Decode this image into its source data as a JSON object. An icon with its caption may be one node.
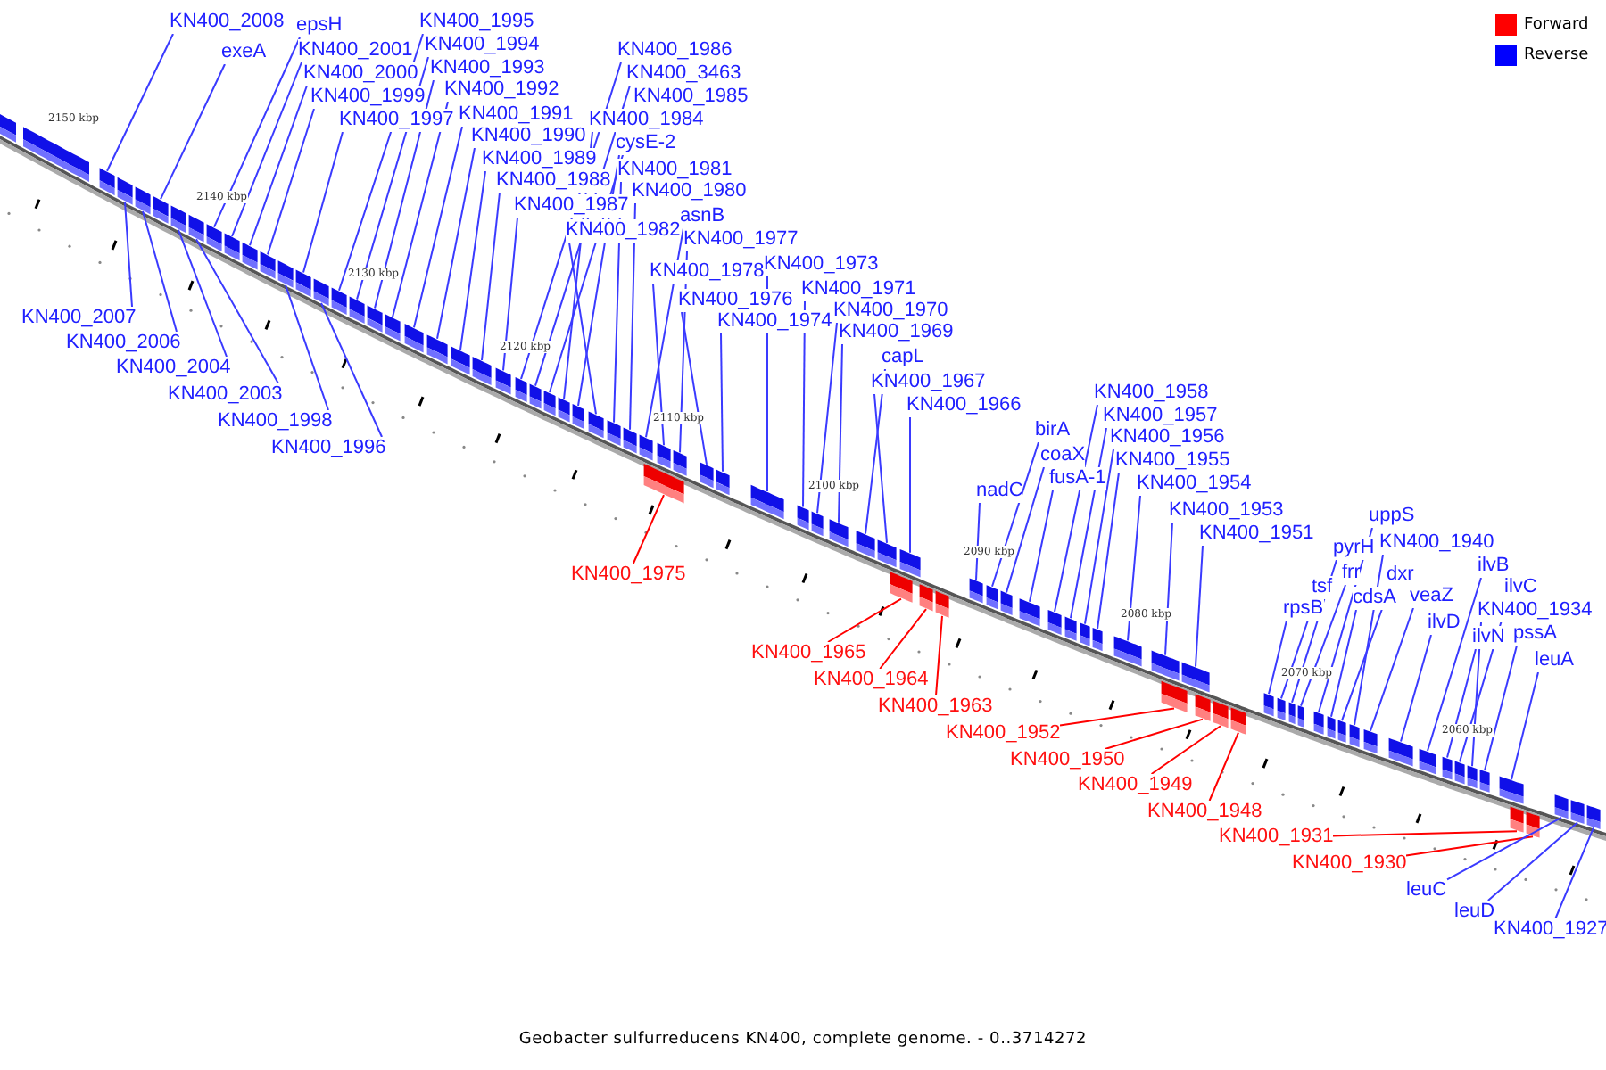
{
  "diagram": {
    "caption": "Geobacter sulfurreducens KN400, complete genome. - 0..3714272",
    "nodes": [
      {
        "text": [
          "KN400_2008"
        ]
      },
      {
        "text": [
          "epsH"
        ]
      },
      {
        "text": [
          "KN400_1995"
        ]
      },
      {
        "text": [
          "exeA"
        ]
      },
      {
        "text": [
          "KN400_2001"
        ]
      },
      {
        "text": [
          "KN400_1994"
        ]
      },
      {
        "text": [
          "KN400_1986"
        ]
      },
      {
        "text": [
          "KN400_2000"
        ]
      },
      {
        "text": [
          "KN400_1993"
        ]
      },
      {
        "text": [
          "KN400_3463"
        ]
      },
      {
        "text": [
          "KN400_1999"
        ]
      },
      {
        "text": [
          "KN400_1992"
        ]
      },
      {
        "text": [
          "KN400_1985"
        ]
      },
      {
        "text": [
          "KN400_1997"
        ]
      },
      {
        "text": [
          "KN400_1991"
        ]
      },
      {
        "text": [
          "KN400_1984"
        ]
      },
      {
        "text": [
          "KN400_1990"
        ]
      },
      {
        "text": [
          "cysE-2"
        ]
      },
      {
        "text": [
          "KN400_1989"
        ]
      },
      {
        "text": [
          "KN400_1981"
        ]
      },
      {
        "text": [
          "KN400_1988"
        ]
      },
      {
        "text": [
          "KN400_1980"
        ]
      },
      {
        "text": [
          "KN400_1987"
        ]
      },
      {
        "text": [
          "asnB"
        ]
      },
      {
        "text": [
          "KN400_1982"
        ]
      },
      {
        "text": [
          "KN400_1977"
        ]
      },
      {
        "text": [
          "KN400_1973"
        ]
      },
      {
        "text": [
          "KN400_1978"
        ]
      },
      {
        "text": [
          "KN400_1971"
        ]
      },
      {
        "text": [
          "KN400_1976"
        ]
      },
      {
        "text": [
          "KN400_1970"
        ]
      },
      {
        "text": [
          "KN400_1974"
        ]
      },
      {
        "text": [
          "KN400_1969"
        ]
      },
      {
        "text": [
          "capL"
        ]
      },
      {
        "text": [
          "KN400_1967"
        ]
      },
      {
        "text": [
          "KN400_1958"
        ]
      },
      {
        "text": [
          "KN400_1966"
        ]
      },
      {
        "text": [
          "KN400_1957"
        ]
      },
      {
        "text": [
          "birA"
        ]
      },
      {
        "text": [
          "KN400_1956"
        ]
      },
      {
        "text": [
          "coaX"
        ]
      },
      {
        "text": [
          "KN400_1955"
        ]
      },
      {
        "text": [
          "fusA-1"
        ]
      },
      {
        "text": [
          "KN400_1954"
        ]
      },
      {
        "text": [
          "nadC"
        ]
      },
      {
        "text": [
          "KN400_1953"
        ]
      },
      {
        "text": [
          "uppS"
        ]
      },
      {
        "text": [
          "KN400_1951"
        ]
      },
      {
        "text": [
          "KN400_1940"
        ]
      },
      {
        "text": [
          "pyrH"
        ]
      },
      {
        "text": [
          "ilvB"
        ]
      },
      {
        "text": [
          "frr"
        ]
      },
      {
        "text": [
          "dxr"
        ]
      },
      {
        "text": [
          "tsf"
        ]
      },
      {
        "text": [
          "ilvC"
        ]
      },
      {
        "text": [
          "cdsA"
        ]
      },
      {
        "text": [
          "veaZ"
        ]
      },
      {
        "text": [
          "rpsB"
        ]
      },
      {
        "text": [
          "KN400_1934"
        ]
      },
      {
        "text": [
          "ilvD"
        ]
      },
      {
        "text": [
          "pssA"
        ]
      },
      {
        "text": [
          "ilvN"
        ]
      },
      {
        "text": [
          "leuA"
        ]
      },
      {
        "text": [
          "KN400_2007"
        ]
      },
      {
        "text": [
          "KN400_2006"
        ]
      },
      {
        "text": [
          "KN400_2004"
        ]
      },
      {
        "text": [
          "KN400_2003"
        ]
      },
      {
        "text": [
          "KN400_1998"
        ]
      },
      {
        "text": [
          "KN400_1996"
        ]
      },
      {
        "text": [
          "KN400_1975"
        ]
      },
      {
        "text": [
          "KN400_1965"
        ]
      },
      {
        "text": [
          "KN400_1964"
        ]
      },
      {
        "text": [
          "KN400_1963"
        ]
      },
      {
        "text": [
          "KN400_1952"
        ]
      },
      {
        "text": [
          "KN400_1950"
        ]
      },
      {
        "text": [
          "KN400_1949"
        ]
      },
      {
        "text": [
          "KN400_1948"
        ]
      },
      {
        "text": [
          "KN400_1931"
        ]
      },
      {
        "text": [
          "KN400_1930"
        ]
      },
      {
        "text": [
          "leuC"
        ]
      },
      {
        "text": [
          "leuD"
        ]
      },
      {
        "text": [
          "KN400_1927"
        ]
      },
      {
        "text": [],
        "shape": "bar"
      },
      {
        "text": [],
        "shape": "bar"
      },
      {
        "text": [],
        "shape": "bar"
      },
      {
        "text": [],
        "shape": "bar"
      },
      {
        "text": [],
        "shape": "bar"
      },
      {
        "text": [],
        "shape": "bar"
      },
      {
        "text": [],
        "shape": "bar"
      },
      {
        "text": [],
        "shape": "bar"
      },
      {
        "text": [],
        "shape": "bar"
      },
      {
        "text": [],
        "shape": "bar"
      },
      {
        "text": [],
        "shape": "bar"
      },
      {
        "text": [],
        "shape": "bar"
      },
      {
        "text": [],
        "shape": "bar"
      },
      {
        "text": [],
        "shape": "bar"
      },
      {
        "text": [],
        "shape": "bar"
      },
      {
        "text": [],
        "shape": "bar"
      },
      {
        "text": [],
        "shape": "bar"
      },
      {
        "text": [],
        "shape": "bar"
      },
      {
        "text": [],
        "shape": "bar"
      },
      {
        "text": [],
        "shape": "bar"
      },
      {
        "text": [],
        "shape": "bar"
      },
      {
        "text": [],
        "shape": "bar"
      },
      {
        "text": [],
        "shape": "bar"
      },
      {
        "text": [],
        "shape": "bar"
      },
      {
        "text": [],
        "shape": "bar"
      },
      {
        "text": [],
        "shape": "bar"
      },
      {
        "text": [],
        "shape": "bar"
      },
      {
        "text": [],
        "shape": "bar"
      },
      {
        "text": [],
        "shape": "bar"
      },
      {
        "text": [],
        "shape": "bar"
      },
      {
        "text": [],
        "shape": "bar"
      },
      {
        "text": [],
        "shape": "bar"
      },
      {
        "text": [],
        "shape": "bar"
      },
      {
        "text": [],
        "shape": "bar"
      },
      {
        "text": [],
        "shape": "bar"
      },
      {
        "text": [],
        "shape": "bar"
      },
      {
        "text": [],
        "shape": "bar"
      },
      {
        "text": [],
        "shape": "bar"
      },
      {
        "text": [],
        "shape": "bar"
      },
      {
        "text": [],
        "shape": "bar"
      },
      {
        "text": [],
        "shape": "bar"
      },
      {
        "text": [],
        "shape": "bar"
      },
      {
        "text": [],
        "shape": "bar"
      },
      {
        "text": [],
        "shape": "bar"
      },
      {
        "text": [],
        "shape": "bar"
      },
      {
        "text": [],
        "shape": "bar"
      },
      {
        "text": [],
        "shape": "bar"
      },
      {
        "text": [],
        "shape": "bar"
      },
      {
        "text": [],
        "shape": "bar"
      },
      {
        "text": [],
        "shape": "bar"
      },
      {
        "text": [],
        "shape": "bar"
      },
      {
        "text": [],
        "shape": "bar"
      },
      {
        "text": [],
        "shape": "bar"
      },
      {
        "text": [],
        "shape": "bar"
      },
      {
        "text": [],
        "shape": "bar"
      },
      {
        "text": [],
        "shape": "bar"
      },
      {
        "text": [],
        "shape": "bar"
      },
      {
        "text": [],
        "shape": "bar"
      },
      {
        "text": [],
        "shape": "bar"
      },
      {
        "text": [],
        "shape": "bar"
      },
      {
        "text": [],
        "shape": "bar"
      },
      {
        "text": [],
        "shape": "bar"
      },
      {
        "text": [],
        "shape": "bar"
      },
      {
        "text": [],
        "shape": "bar"
      },
      {
        "text": [],
        "shape": "bar"
      },
      {
        "text": [],
        "shape": "bar"
      },
      {
        "text": [],
        "shape": "bar"
      },
      {
        "text": [],
        "shape": "bar"
      },
      {
        "text": [],
        "shape": "bar"
      },
      {
        "text": [],
        "shape": "bar"
      },
      {
        "text": [],
        "shape": "bar"
      },
      {
        "text": [],
        "shape": "bar"
      },
      {
        "text": [],
        "shape": "bar"
      },
      {
        "text": [],
        "shape": "bar"
      },
      {
        "text": [],
        "shape": "bar"
      },
      {
        "text": [],
        "shape": "bar"
      },
      {
        "text": [],
        "shape": "bar"
      },
      {
        "text": [],
        "shape": "bar"
      },
      {
        "text": [],
        "shape": "bar"
      },
      {
        "text": [],
        "shape": "bar"
      },
      {
        "text": [],
        "shape": "bar"
      },
      {
        "text": [],
        "shape": "bar"
      }
    ],
    "edges": [
      {
        "from": 0,
        "to": 82,
        "arrow": "none"
      },
      {
        "from": 1,
        "to": 88,
        "arrow": "none"
      },
      {
        "from": 2,
        "to": 95,
        "arrow": "none"
      },
      {
        "from": 3,
        "to": 85,
        "arrow": "none"
      },
      {
        "from": 4,
        "to": 89,
        "arrow": "none"
      },
      {
        "from": 5,
        "to": 96,
        "arrow": "none"
      },
      {
        "from": 6,
        "to": 104,
        "arrow": "none"
      },
      {
        "from": 7,
        "to": 90,
        "arrow": "none"
      },
      {
        "from": 8,
        "to": 97,
        "arrow": "none"
      },
      {
        "from": 9,
        "to": 105,
        "arrow": "none"
      },
      {
        "from": 10,
        "to": 91,
        "arrow": "none"
      },
      {
        "from": 11,
        "to": 98,
        "arrow": "none"
      },
      {
        "from": 12,
        "to": 106,
        "arrow": "none"
      },
      {
        "from": 13,
        "to": 93,
        "arrow": "none"
      },
      {
        "from": 14,
        "to": 99,
        "arrow": "none"
      },
      {
        "from": 15,
        "to": 107,
        "arrow": "none"
      },
      {
        "from": 16,
        "to": 100,
        "arrow": "none"
      },
      {
        "from": 17,
        "to": 108,
        "arrow": "none"
      },
      {
        "from": 18,
        "to": 101,
        "arrow": "none"
      },
      {
        "from": 19,
        "to": 110,
        "arrow": "none"
      },
      {
        "from": 20,
        "to": 102,
        "arrow": "none"
      },
      {
        "from": 21,
        "to": 111,
        "arrow": "none"
      },
      {
        "from": 22,
        "to": 103,
        "arrow": "none"
      },
      {
        "from": 23,
        "to": 112,
        "arrow": "none"
      },
      {
        "from": 24,
        "to": 109,
        "arrow": "none"
      },
      {
        "from": 25,
        "to": 115,
        "arrow": "none"
      },
      {
        "from": 26,
        "to": 118,
        "arrow": "none"
      },
      {
        "from": 27,
        "to": 113,
        "arrow": "none"
      },
      {
        "from": 28,
        "to": 119,
        "arrow": "none"
      },
      {
        "from": 29,
        "to": 116,
        "arrow": "none"
      },
      {
        "from": 30,
        "to": 120,
        "arrow": "none"
      },
      {
        "from": 31,
        "to": 117,
        "arrow": "none"
      },
      {
        "from": 32,
        "to": 121,
        "arrow": "none"
      },
      {
        "from": 33,
        "to": 122,
        "arrow": "none"
      },
      {
        "from": 34,
        "to": 123,
        "arrow": "none"
      },
      {
        "from": 35,
        "to": 132,
        "arrow": "none"
      },
      {
        "from": 36,
        "to": 125,
        "arrow": "none"
      },
      {
        "from": 37,
        "to": 133,
        "arrow": "none"
      },
      {
        "from": 38,
        "to": 129,
        "arrow": "none"
      },
      {
        "from": 39,
        "to": 134,
        "arrow": "none"
      },
      {
        "from": 40,
        "to": 130,
        "arrow": "none"
      },
      {
        "from": 41,
        "to": 135,
        "arrow": "none"
      },
      {
        "from": 42,
        "to": 131,
        "arrow": "none"
      },
      {
        "from": 43,
        "to": 136,
        "arrow": "none"
      },
      {
        "from": 44,
        "to": 128,
        "arrow": "none"
      },
      {
        "from": 45,
        "to": 137,
        "arrow": "none"
      },
      {
        "from": 46,
        "to": 147,
        "arrow": "none"
      },
      {
        "from": 47,
        "to": 139,
        "arrow": "none"
      },
      {
        "from": 48,
        "to": 150,
        "arrow": "none"
      },
      {
        "from": 49,
        "to": 145,
        "arrow": "none"
      },
      {
        "from": 50,
        "to": 153,
        "arrow": "none"
      },
      {
        "from": 51,
        "to": 146,
        "arrow": "none"
      },
      {
        "from": 52,
        "to": 149,
        "arrow": "none"
      },
      {
        "from": 53,
        "to": 144,
        "arrow": "none"
      },
      {
        "from": 54,
        "to": 155,
        "arrow": "none"
      },
      {
        "from": 55,
        "to": 148,
        "arrow": "none"
      },
      {
        "from": 56,
        "to": 151,
        "arrow": "none"
      },
      {
        "from": 57,
        "to": 143,
        "arrow": "none"
      },
      {
        "from": 58,
        "to": 156,
        "arrow": "none"
      },
      {
        "from": 59,
        "to": 152,
        "arrow": "none"
      },
      {
        "from": 60,
        "to": 157,
        "arrow": "none"
      },
      {
        "from": 61,
        "to": 154,
        "arrow": "none"
      },
      {
        "from": 62,
        "to": 158,
        "arrow": "none"
      },
      {
        "from": 63,
        "to": 83,
        "arrow": "none"
      },
      {
        "from": 64,
        "to": 84,
        "arrow": "none"
      },
      {
        "from": 65,
        "to": 86,
        "arrow": "none"
      },
      {
        "from": 66,
        "to": 87,
        "arrow": "none"
      },
      {
        "from": 67,
        "to": 92,
        "arrow": "none"
      },
      {
        "from": 68,
        "to": 94,
        "arrow": "none"
      },
      {
        "from": 69,
        "to": 114,
        "arrow": "none",
        "color": "#ff0000"
      },
      {
        "from": 70,
        "to": 124,
        "arrow": "none",
        "color": "#ff0000"
      },
      {
        "from": 71,
        "to": 126,
        "arrow": "none",
        "color": "#ff0000"
      },
      {
        "from": 72,
        "to": 127,
        "arrow": "none",
        "color": "#ff0000"
      },
      {
        "from": 73,
        "to": 138,
        "arrow": "none",
        "color": "#ff0000"
      },
      {
        "from": 74,
        "to": 140,
        "arrow": "none",
        "color": "#ff0000"
      },
      {
        "from": 75,
        "to": 141,
        "arrow": "none",
        "color": "#ff0000"
      },
      {
        "from": 76,
        "to": 142,
        "arrow": "none",
        "color": "#ff0000"
      },
      {
        "from": 77,
        "to": 159,
        "arrow": "none",
        "color": "#ff0000"
      },
      {
        "from": 78,
        "to": 160,
        "arrow": "none",
        "color": "#ff0000"
      },
      {
        "from": 79,
        "to": 161,
        "arrow": "none"
      },
      {
        "from": 80,
        "to": 162,
        "arrow": "none"
      },
      {
        "from": 81,
        "to": 163,
        "arrow": "none"
      }
    ],
    "labels": [
      "2150 kbp",
      "2140 kbp",
      "2130 kbp",
      "2120 kbp",
      "2110 kbp",
      "2100 kbp",
      "2090 kbp",
      "2080 kbp",
      "2070 kbp",
      "2060 kbp"
    ],
    "legend": [
      {
        "text": "Forward",
        "color": "#ff0000"
      },
      {
        "text": "Reverse",
        "color": "#0000ff"
      }
    ]
  }
}
